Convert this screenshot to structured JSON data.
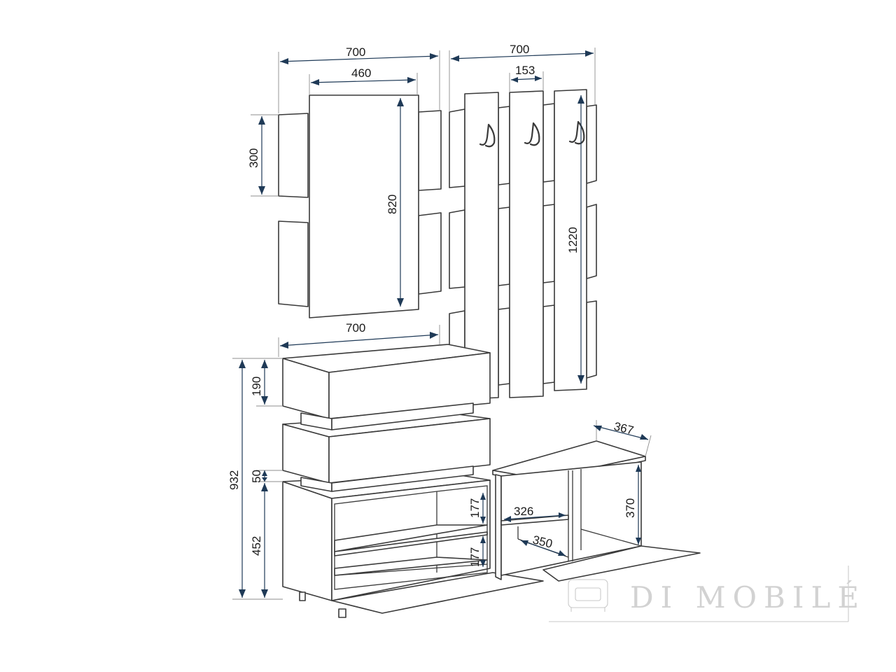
{
  "dimensions": {
    "mirror_panel_width": "700",
    "mirror_width": "460",
    "mirror_panel_height": "300",
    "mirror_height": "820",
    "hanger_width": "700",
    "hanger_plank_width": "153",
    "hanger_height": "1220",
    "cabinet_width": "700",
    "drawer_height": "190",
    "total_height": "932",
    "gap_height": "50",
    "lower_height": "452",
    "shelf_upper": "177",
    "shelf_lower": "177",
    "bench_depth": "367",
    "bench_shelf_width": "326",
    "bench_inner_depth": "350",
    "bench_height": "370"
  },
  "watermark": {
    "text": "DI MOBILÉ",
    "icon": "sofa-icon"
  },
  "colors": {
    "dimension_arrow": "#1f3a57",
    "outline": "#3a3a3a"
  }
}
